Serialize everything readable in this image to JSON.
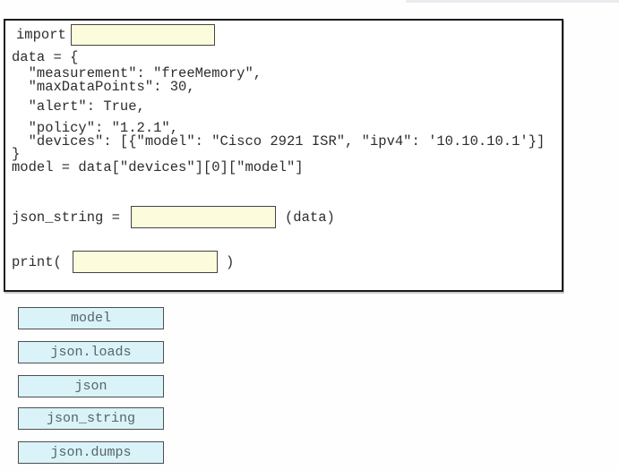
{
  "colors": {
    "page-bg": "#fefefe",
    "panel-border": "#1a1a1a",
    "code-text": "#2d2d2d",
    "blank-fill": "#fcfbdc",
    "blank-border": "#454545",
    "option-fill": "#d9f3f8",
    "option-border": "#4e4e4e",
    "option-text": "#55656b",
    "artifact-fill": "#ebebf0"
  },
  "code_panel": {
    "import_keyword": "import",
    "lines": [
      {
        "text": "data = {"
      },
      {
        "text": "  \"measurement\": \"freeMemory\","
      },
      {
        "text": "  \"maxDataPoints\": 30,"
      },
      {
        "text": "  \"alert\": True,"
      },
      {
        "text": "  \"policy\": \"1.2.1\","
      },
      {
        "text": "  \"devices\": [{\"model\": \"Cisco 2921 ISR\", \"ipv4\": '10.10.10.1'}]"
      },
      {
        "text": "}"
      },
      {
        "text": "model = data[\"devices\"][0][\"model\"]"
      }
    ],
    "json_string_line": {
      "prefix": "json_string =",
      "suffix": "(data)"
    },
    "print_line": {
      "prefix": "print(",
      "suffix": ")"
    }
  },
  "options": [
    {
      "label": "model"
    },
    {
      "label": "json.loads"
    },
    {
      "label": "json"
    },
    {
      "label": "json_string"
    },
    {
      "label": "json.dumps"
    }
  ]
}
